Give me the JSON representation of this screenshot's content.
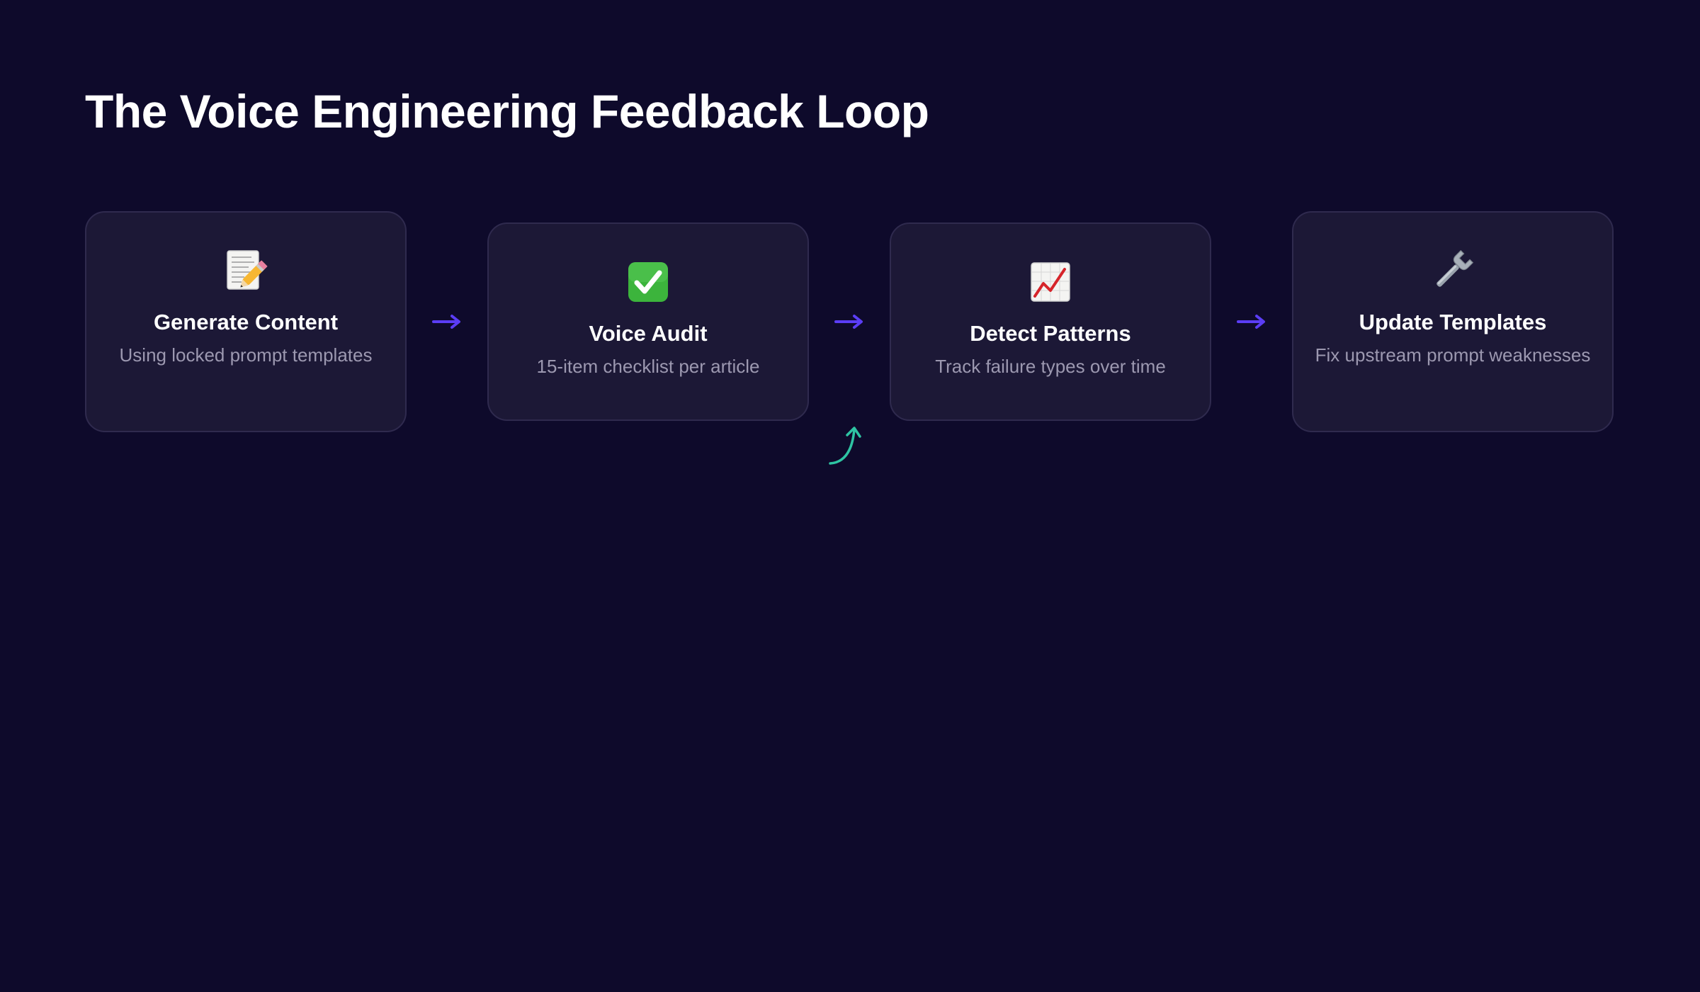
{
  "title": "The Voice Engineering Feedback Loop",
  "steps": [
    {
      "icon": "memo-pencil-icon",
      "title": "Generate Content",
      "desc": "Using locked prompt templates"
    },
    {
      "icon": "check-mark-button-icon",
      "title": "Voice Audit",
      "desc": "15-item checklist per article"
    },
    {
      "icon": "chart-increasing-icon",
      "title": "Detect Patterns",
      "desc": "Track failure types over time"
    },
    {
      "icon": "wrench-icon",
      "title": "Update Templates",
      "desc": "Fix upstream prompt weaknesses"
    }
  ],
  "colors": {
    "background": "#0e0a2b",
    "card": "#1c1836",
    "card_border": "#2f2a4e",
    "arrow": "#5b3df5",
    "loop_arrow": "#2ec4a3",
    "desc_text": "#9c98b0"
  }
}
